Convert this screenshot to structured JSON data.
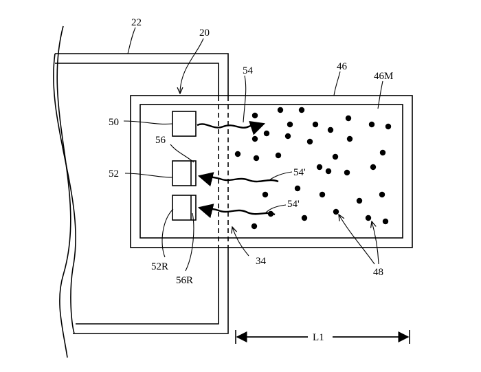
{
  "figure": {
    "labels": {
      "housing": "22",
      "device": "20",
      "compartment": "46",
      "medium": "46M",
      "emitter": "50",
      "detector": "52",
      "filter": "56",
      "emitted_light": "54",
      "returned_light_a": "54'",
      "returned_light_b": "54'",
      "window": "34",
      "detector_reference": "52R",
      "filter_reference": "56R",
      "particles": "48",
      "length": "L1"
    }
  }
}
